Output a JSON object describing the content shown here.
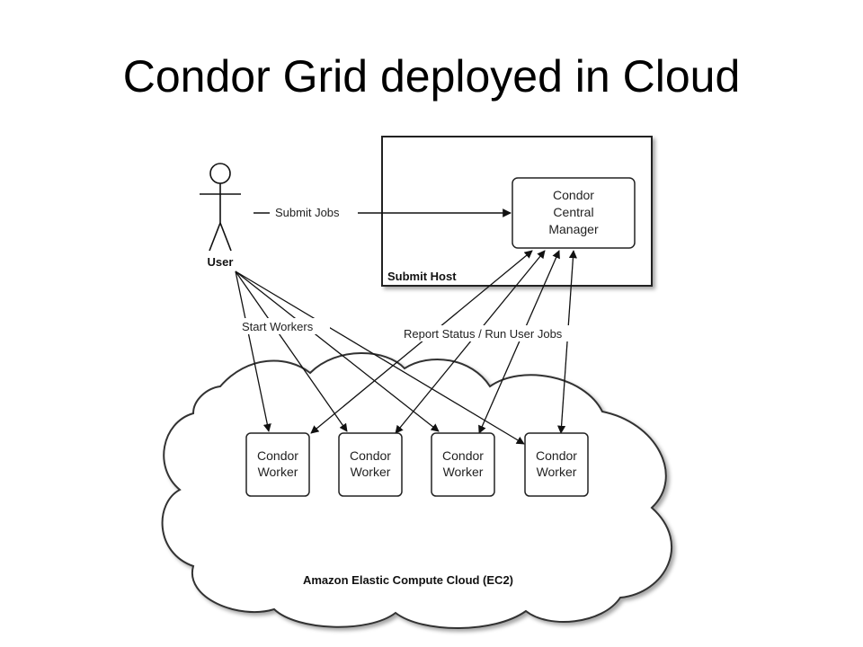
{
  "title": "Condor Grid deployed in Cloud",
  "actor": {
    "label": "User"
  },
  "submit_host": {
    "label": "Submit Host",
    "manager_lines": [
      "Condor",
      "Central",
      "Manager"
    ]
  },
  "edges": {
    "submit_jobs": "Submit Jobs",
    "start_workers": "Start Workers",
    "report_status": "Report Status / Run User Jobs"
  },
  "cloud": {
    "label": "Amazon Elastic Compute Cloud (EC2)"
  },
  "workers": [
    {
      "line1": "Condor",
      "line2": "Worker"
    },
    {
      "line1": "Condor",
      "line2": "Worker"
    },
    {
      "line1": "Condor",
      "line2": "Worker"
    },
    {
      "line1": "Condor",
      "line2": "Worker"
    }
  ]
}
